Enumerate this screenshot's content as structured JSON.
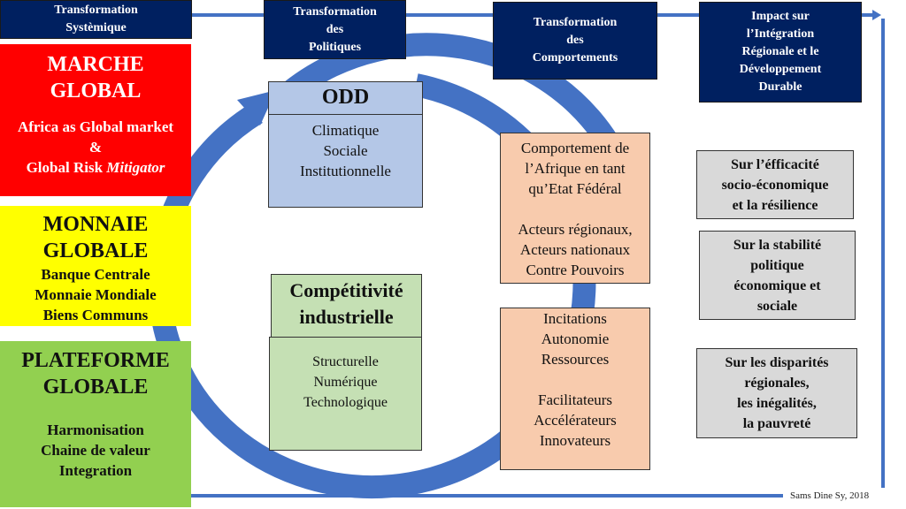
{
  "colors": {
    "navy": "#002060",
    "flow_blue": "#4472c4",
    "red": "#ff0000",
    "yellow": "#ffff00",
    "green": "#92d050",
    "odd_blue": "#b4c7e7",
    "light_green": "#c5e0b4",
    "peach": "#f8cbad",
    "grey": "#d9d9d9"
  },
  "headers": [
    {
      "lines": [
        "Transformation",
        "Systèmique"
      ]
    },
    {
      "lines": [
        "Transformation",
        "des",
        "Politiques"
      ]
    },
    {
      "lines": [
        "Transformation",
        "des",
        "Comportements"
      ]
    },
    {
      "lines": [
        "Impact sur",
        "l’Intégration",
        "Régionale et le",
        "Développement",
        "Durable"
      ]
    }
  ],
  "pillars": [
    {
      "title_lines": [
        "MARCHE",
        "GLOBAL"
      ],
      "body_lines": [
        "Africa as Global market",
        "&"
      ],
      "last_line_prefix": "Global Risk ",
      "last_line_italic": "Mitigator"
    },
    {
      "title_lines": [
        "MONNAIE",
        "GLOBALE"
      ],
      "body_lines": [
        "Banque Centrale",
        "Monnaie Mondiale",
        "Biens Communs"
      ]
    },
    {
      "title_lines": [
        "PLATEFORME",
        "GLOBALE"
      ],
      "body_lines": [
        "Harmonisation",
        "Chaine de valeur",
        "Integration"
      ]
    }
  ],
  "policies": {
    "odd": {
      "title": "ODD",
      "items": [
        "Climatique",
        "Sociale",
        "Institutionnelle"
      ]
    },
    "competitivite": {
      "title_lines": [
        "Compétitivité",
        "industrielle"
      ],
      "items": [
        "Structurelle",
        "Numérique",
        "Technologique"
      ]
    }
  },
  "behaviours": [
    {
      "lines": [
        "Comportement de",
        "l’Afrique en tant",
        "qu’Etat Fédéral",
        "",
        "Acteurs régionaux,",
        "Acteurs nationaux",
        "Contre Pouvoirs"
      ]
    },
    {
      "lines": [
        "Incitations",
        "Autonomie",
        "Ressources",
        "",
        "Facilitateurs",
        "Accélérateurs",
        "Innovateurs"
      ]
    }
  ],
  "impacts": [
    {
      "lines": [
        "Sur l’éfficacité",
        "socio-économique",
        "et la résilience"
      ]
    },
    {
      "lines": [
        "Sur la stabilité",
        "politique",
        "économique et",
        "sociale"
      ]
    },
    {
      "lines": [
        "Sur les disparités",
        "régionales,",
        "les inégalités,",
        "la pauvreté"
      ]
    }
  ],
  "credit": "Sams Dine Sy, 2018"
}
